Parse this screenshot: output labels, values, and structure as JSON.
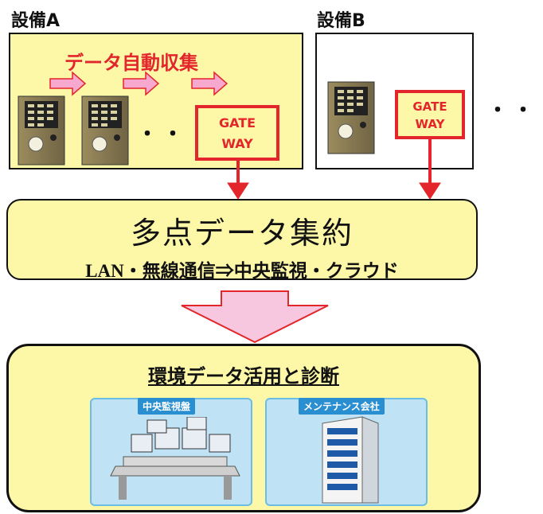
{
  "equipment_a": {
    "label": "設備A",
    "collect_label": "データ自動収集",
    "ellipsis": "・・・",
    "gateway": [
      "GATE",
      "WAY"
    ]
  },
  "equipment_b": {
    "label": "設備B",
    "gateway": [
      "GATE",
      "WAY"
    ],
    "ellipsis": "・・・"
  },
  "aggregation": {
    "title": "多点データ集約",
    "subtitle": "LAN・無線通信⇒中央監視・クラウド"
  },
  "utilization": {
    "title": "環境データ活用と診断",
    "panels": [
      {
        "tag": "中央監視盤",
        "icon": "control-console-icon"
      },
      {
        "tag": "メンテナンス会社",
        "icon": "office-building-icon"
      }
    ]
  },
  "colors": {
    "accent_red": "#e3262b",
    "box_yellow": "#fdf8a8",
    "arrow_pink": "#f7c6df",
    "panel_blue": "#bfe3f4"
  }
}
